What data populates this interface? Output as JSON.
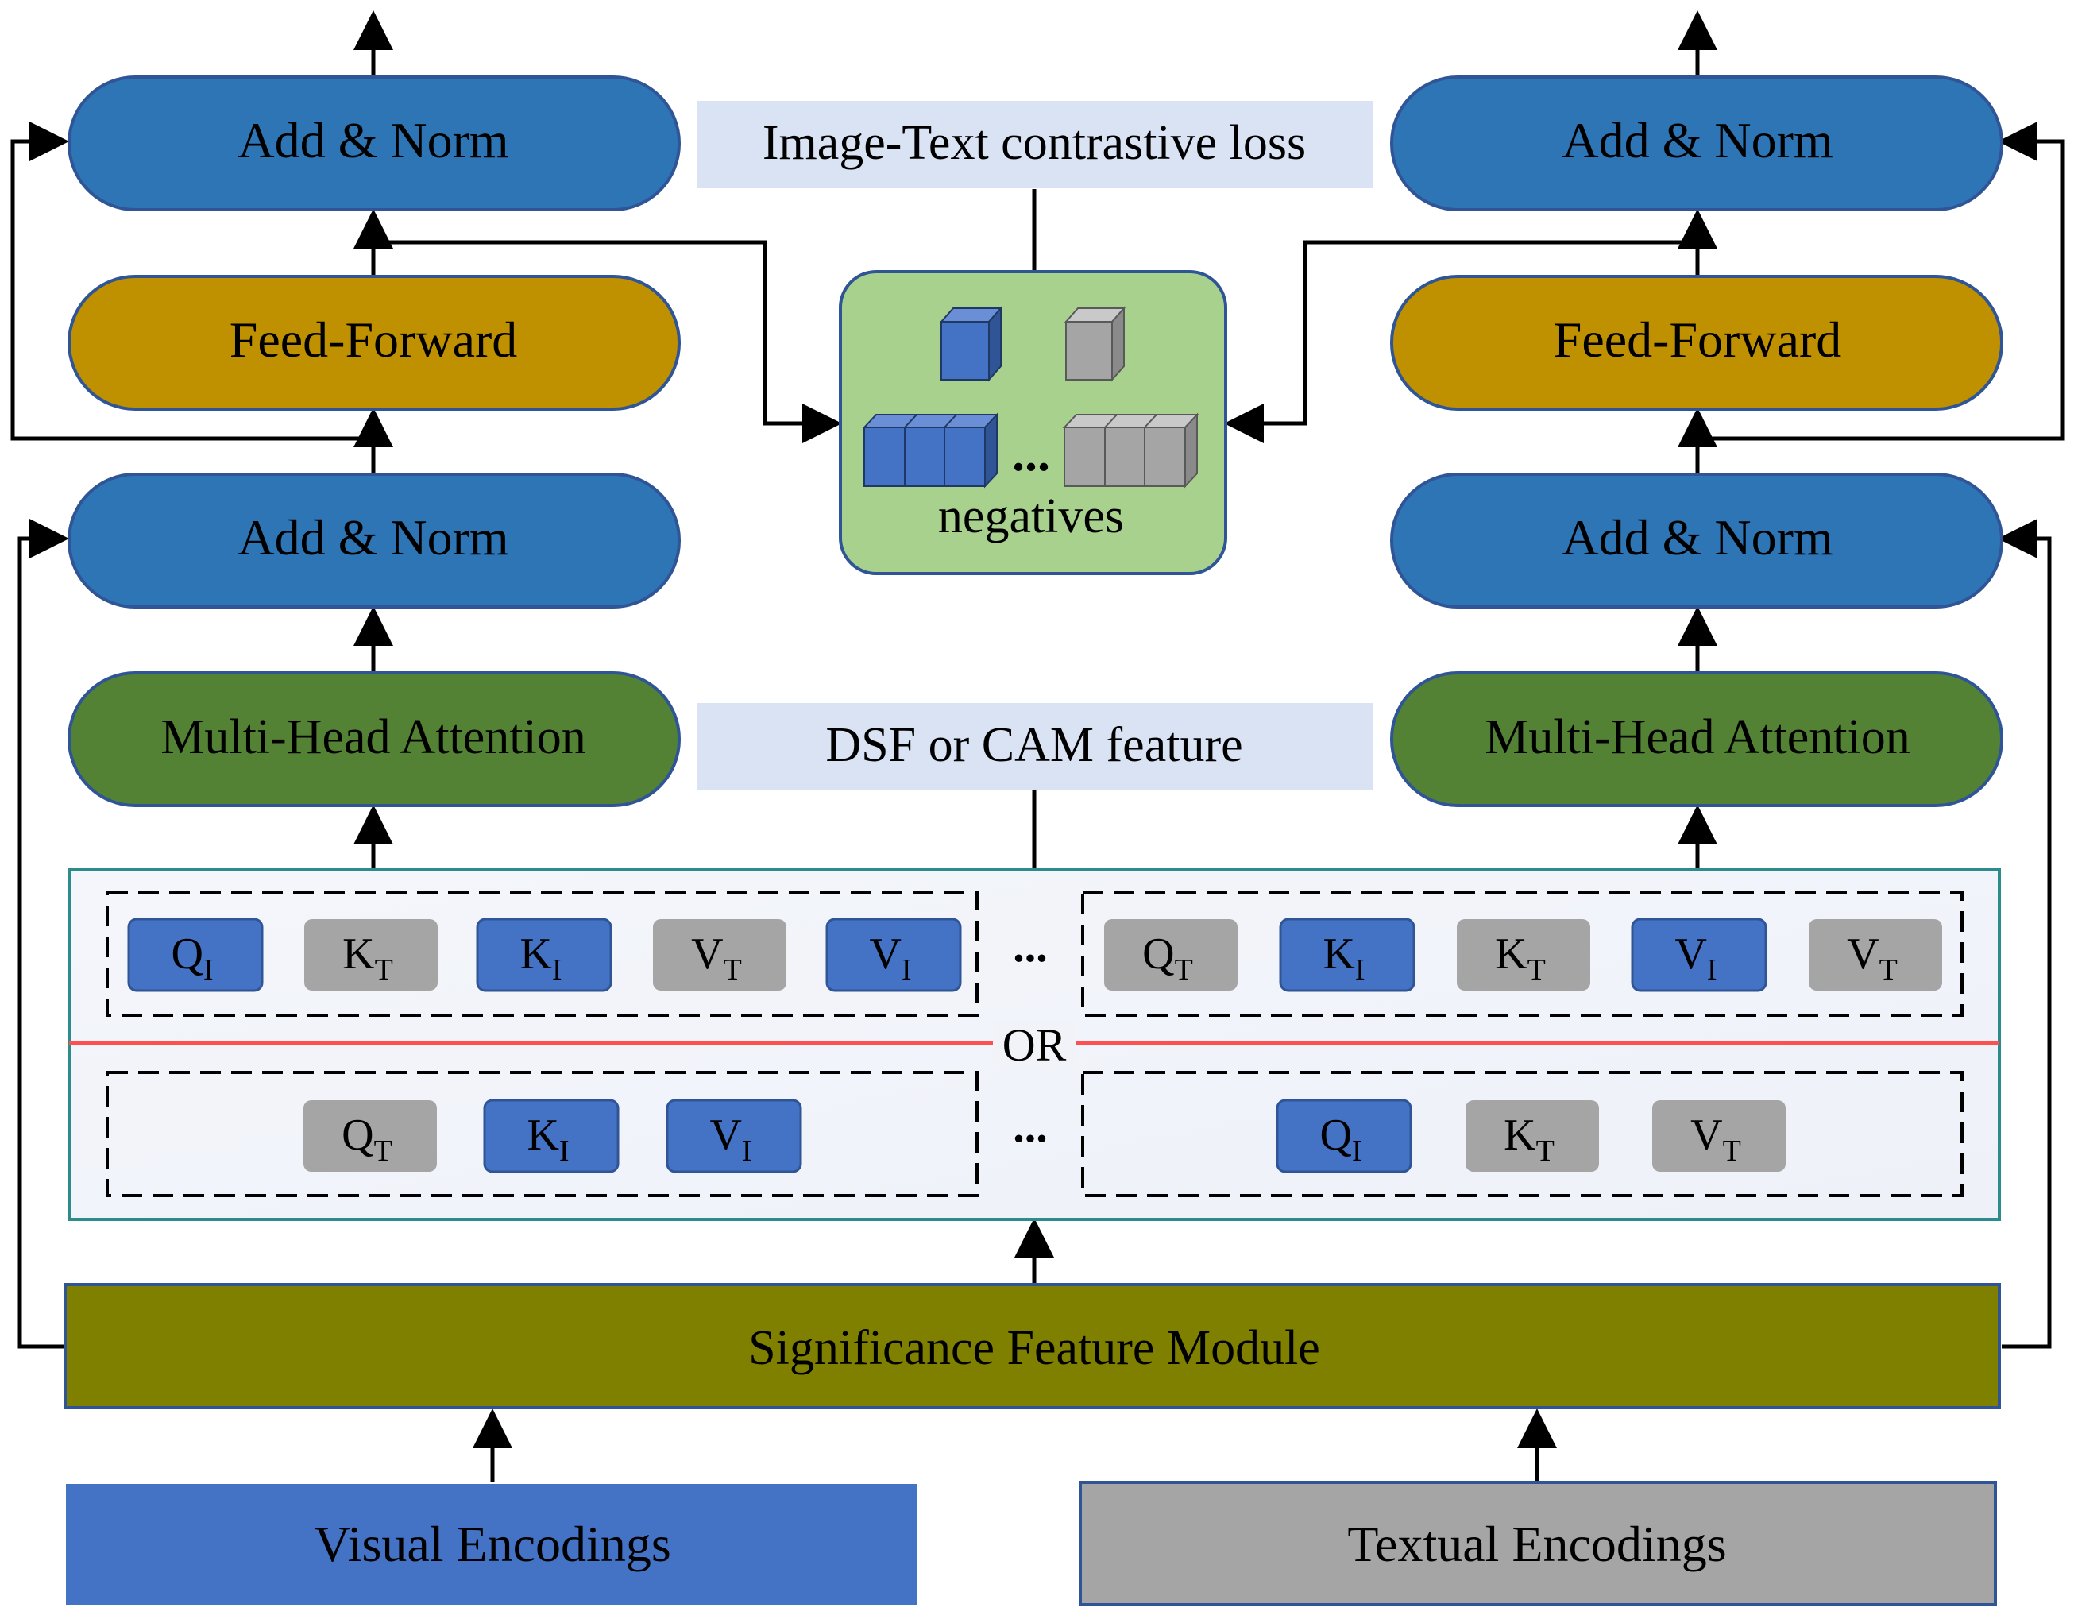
{
  "encoder_left": {
    "add_norm_top": "Add & Norm",
    "feed_forward": "Feed-Forward",
    "add_norm_bottom": "Add & Norm",
    "multi_head_attention": "Multi-Head Attention"
  },
  "encoder_right": {
    "add_norm_top": "Add & Norm",
    "feed_forward": "Feed-Forward",
    "add_norm_bottom": "Add & Norm",
    "multi_head_attention": "Multi-Head Attention"
  },
  "contrastive_loss_label": "Image-Text contrastive loss",
  "negatives_label": "negatives",
  "negatives_ellipsis": "...",
  "dsf_label": "DSF or CAM feature",
  "qkv": {
    "row1_left": [
      {
        "letter": "Q",
        "sub": "I",
        "kind": "image"
      },
      {
        "letter": "K",
        "sub": "T",
        "kind": "text"
      },
      {
        "letter": "K",
        "sub": "I",
        "kind": "image"
      },
      {
        "letter": "V",
        "sub": "T",
        "kind": "text"
      },
      {
        "letter": "V",
        "sub": "I",
        "kind": "image"
      }
    ],
    "row1_right": [
      {
        "letter": "Q",
        "sub": "T",
        "kind": "text"
      },
      {
        "letter": "K",
        "sub": "I",
        "kind": "image"
      },
      {
        "letter": "K",
        "sub": "T",
        "kind": "text"
      },
      {
        "letter": "V",
        "sub": "I",
        "kind": "image"
      },
      {
        "letter": "V",
        "sub": "T",
        "kind": "text"
      }
    ],
    "row2_left": [
      {
        "letter": "Q",
        "sub": "T",
        "kind": "text"
      },
      {
        "letter": "K",
        "sub": "I",
        "kind": "image"
      },
      {
        "letter": "V",
        "sub": "I",
        "kind": "image"
      }
    ],
    "row2_right": [
      {
        "letter": "Q",
        "sub": "I",
        "kind": "image"
      },
      {
        "letter": "K",
        "sub": "T",
        "kind": "text"
      },
      {
        "letter": "V",
        "sub": "T",
        "kind": "text"
      }
    ],
    "ellipsis_top": "...",
    "ellipsis_bottom": "...",
    "or_label": "OR"
  },
  "significance_module": "Significance Feature Module",
  "visual_encodings": "Visual Encodings",
  "textual_encodings": "Textual Encodings",
  "colors": {
    "add_norm": "#2e75b6",
    "feed_forward": "#bf9000",
    "attention": "#548235",
    "negatives_box": "#a9d18e",
    "label_box": "#dae3f3",
    "image_token": "#4472c4",
    "text_token": "#a5a5a5",
    "significance": "#808000",
    "visual": "#4472c4",
    "textual": "#a5a5a5",
    "or_line": "#ff5050",
    "qkv_border": "#2e8b8b"
  }
}
